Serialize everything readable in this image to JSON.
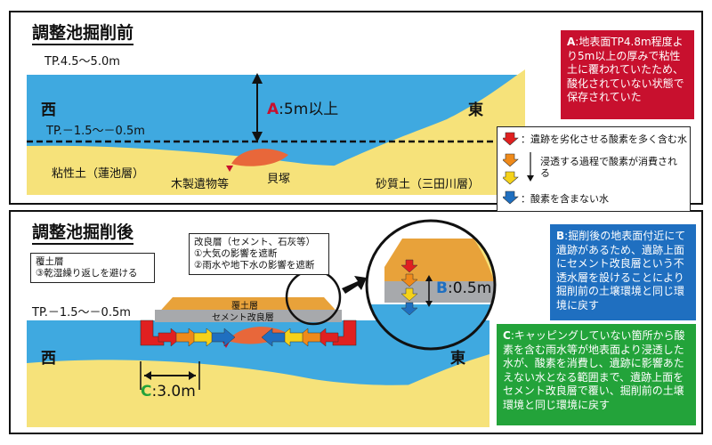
{
  "before": {
    "title": "調整池掘削前",
    "tp_top": "TP.4.5～5.0m",
    "tp_bottom": "TP.－1.5～－0.5m",
    "west": "西",
    "east": "東",
    "label_a_key": "A",
    "label_a_value": ":5m以上",
    "clay": "粘性土（蓮池層）",
    "wood": "木製遺物等",
    "shell": "貝塚",
    "sand": "砂質土（三田川層）",
    "note_a_key": "A",
    "note_a_text": ":地表面TP4.8m程度より5m以上の厚みで粘性土に覆われていたため、酸化されていない状態で保存されていた"
  },
  "legend": {
    "row1": "：遺跡を劣化させる酸素を多く含む水",
    "row2": "浸透する過程で酸素が消費される",
    "row3": "：酸素を含まない水"
  },
  "after": {
    "title": "調整池掘削後",
    "callout_left_line1": "覆土層",
    "callout_left_line2": "③乾湿繰り返しを避ける",
    "callout_top_line1": "改良層（セメント、石灰等）",
    "callout_top_line2": "①大気の影響を遮断",
    "callout_top_line3": "②雨水や地下水の影響を遮断",
    "cover_layer": "覆土層",
    "cement_layer": "セメント改良層",
    "tp_bottom": "TP.－1.5～－0.5m",
    "west": "西",
    "east": "東",
    "label_c_key": "C",
    "label_c_value": ":3.0m",
    "label_b_key": "B",
    "label_b_value": ":0.5m",
    "note_b_key": "B",
    "note_b_text": ":掘削後の地表面付近にて遺跡があるため、遺跡上面にセメント改良層という不透水層を設けることにより掘削前の土壌環境と同じ環境に戻す",
    "note_c_key": "C",
    "note_c_text": ":キャッピングしていない箇所から酸素を含む雨水等が地表面より浸透した水が、酸素を消費し、遺跡に影響あたえない水となる範囲まで、遺跡上面をセメント改良層で覆い、掘削前の土壌環境と同じ環境に戻す"
  },
  "colors": {
    "water": "#3fa9e0",
    "sand": "#f6e27a",
    "shell": "#e8673a",
    "red": "#c8102e",
    "blue_note": "#1f6fc0",
    "green_note": "#23a33a",
    "cover": "#e8a23a",
    "cement": "#a7a9ac",
    "key_a": "#c8102e",
    "key_b": "#1f6fc0",
    "key_c": "#23a33a"
  }
}
